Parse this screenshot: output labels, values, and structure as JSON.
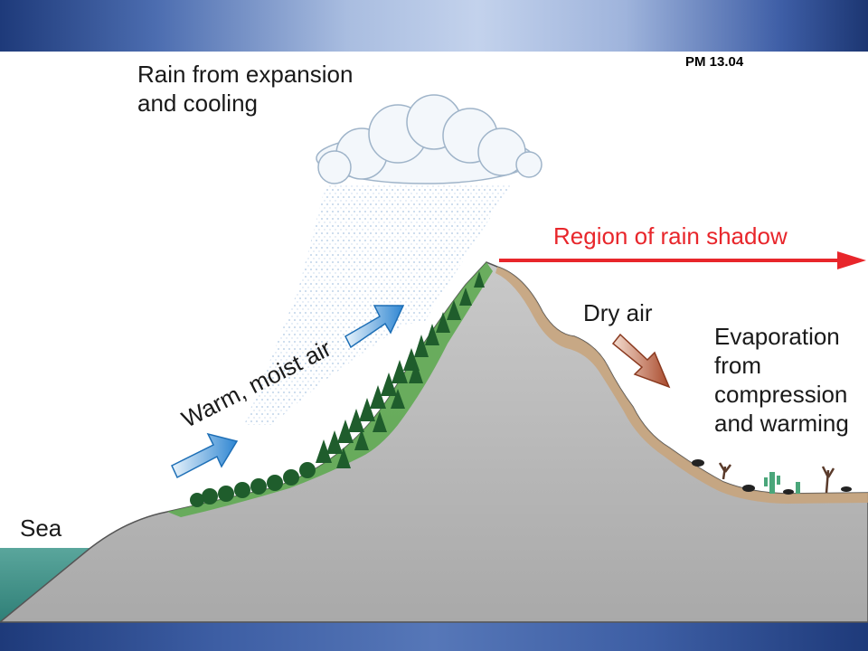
{
  "labels": {
    "rain": "Rain from expansion and cooling",
    "rain_line1": "Rain from expansion",
    "rain_line2": "and cooling",
    "code": "PM 13.04",
    "rain_shadow": "Region of rain shadow",
    "dry_air": "Dry air",
    "evap_line1": "Evaporation",
    "evap_line2": "from",
    "evap_line3": "compression",
    "evap_line4": "and warming",
    "warm_air": "Warm, moist air",
    "sea": "Sea"
  },
  "colors": {
    "band": "#1e3a7a",
    "mountain": "#bdbdbd",
    "vegetation": "#2f7a3a",
    "sea": "#3f8f86",
    "warm_arrow": "#3d8fd6",
    "dry_arrow": "#b55a3a",
    "shadow_arrow": "#e8262b"
  },
  "icons": {
    "cloud": "cloud-icon",
    "warm_arrow": "arrow-icon",
    "dry_arrow": "arrow-icon",
    "shadow_arrow": "arrow-right-icon"
  }
}
